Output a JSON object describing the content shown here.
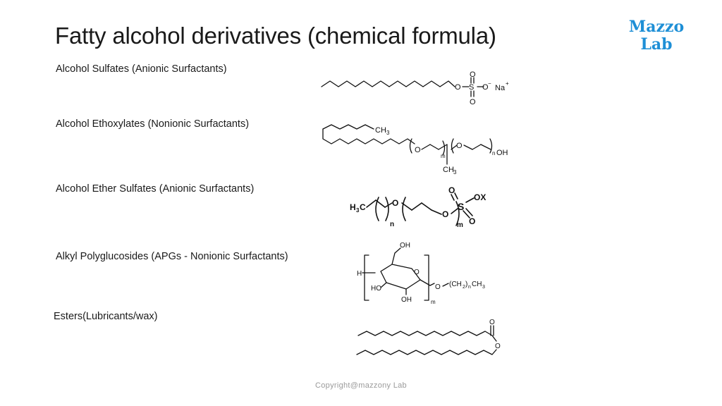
{
  "slide": {
    "title": "Fatty alcohol derivatives (chemical formula)",
    "logo_line1": "Mazzo",
    "logo_line2": "Lab",
    "footer": "Copyright@mazzony Lab"
  },
  "compounds": [
    {
      "label": "Alcohol Sulfates (Anionic Surfactants)"
    },
    {
      "label": "Alcohol Ethoxylates (Nonionic Surfactants)"
    },
    {
      "label": "Alcohol Ether Sulfates (Anionic Surfactants)"
    },
    {
      "label": "Alkyl Polyglucosides (APGs - Nonionic Surfactants)"
    },
    {
      "label": "Esters(Lubricants/wax)"
    }
  ],
  "colors": {
    "logo": "#1e8fd6",
    "text": "#1a1a1a",
    "footer": "#9a9a9a"
  }
}
